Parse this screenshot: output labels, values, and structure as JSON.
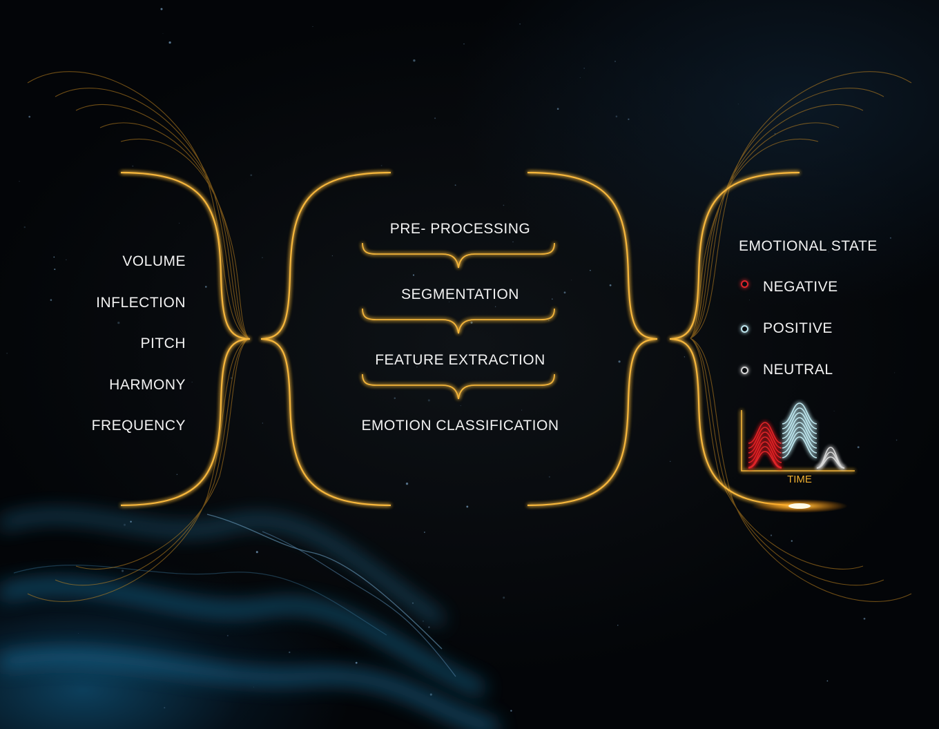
{
  "inputs": {
    "items": [
      "VOLUME",
      "INFLECTION",
      "PITCH",
      "HARMONY",
      "FREQUENCY"
    ]
  },
  "pipeline": {
    "steps": [
      "PRE- PROCESSING",
      "SEGMENTATION",
      "FEATURE EXTRACTION",
      "EMOTION CLASSIFICATION"
    ]
  },
  "output": {
    "title": "EMOTIONAL STATE",
    "legend": [
      {
        "label": "NEGATIVE",
        "color": "#e0262c"
      },
      {
        "label": "POSITIVE",
        "color": "#bfe8f0"
      },
      {
        "label": "NEUTRAL",
        "color": "#d8d8d8"
      }
    ],
    "mini_chart": {
      "xlabel": "TIME"
    }
  },
  "colors": {
    "accent": "#f4b53a",
    "accent_glow": "#ff9a1a",
    "background": "#020406",
    "nebula": "#1a7fb0"
  }
}
